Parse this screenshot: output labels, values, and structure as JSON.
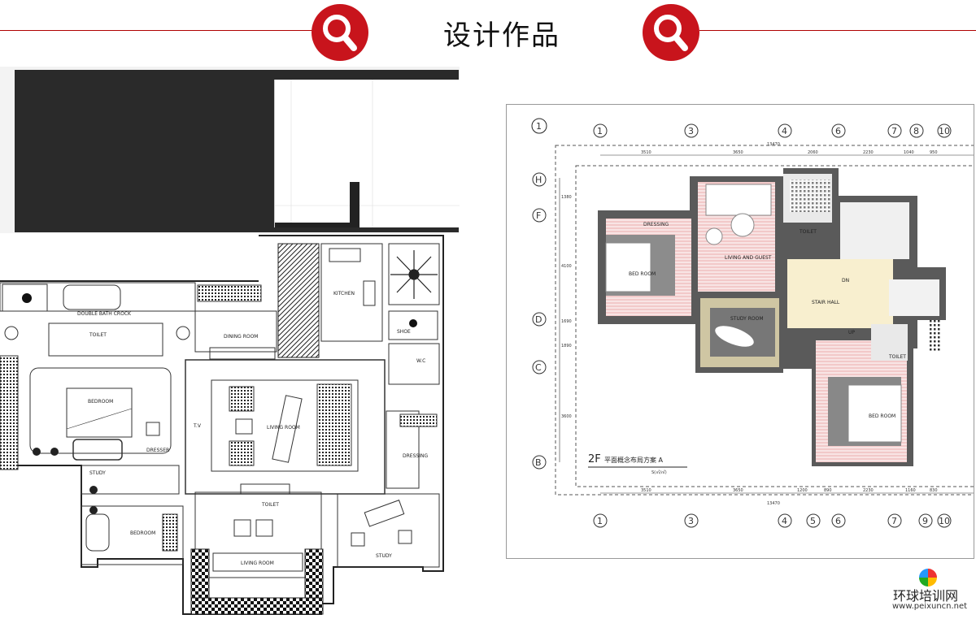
{
  "header": {
    "title": "设计作品"
  },
  "colors": {
    "accent": "#c8141c",
    "rule": "#b00000"
  },
  "icons": {
    "left_badge": "search-icon",
    "right_badge": "search-icon"
  },
  "left_plan": {
    "rooms": {
      "toilet_top": "TOILET",
      "double_bath": "DOUBLE BATH CROCK",
      "bedroom_main": "BEDROOM",
      "dresser": "DRESSER",
      "dining": "DINING ROOM",
      "kitchen": "KITCHEN",
      "living_main": "LIVING ROOM",
      "wc": "W.C",
      "dressing": "DRESSING",
      "study_left": "STUDY",
      "bedroom_lower": "BEDROOM",
      "toilet_lower": "TOILET",
      "living_lower": "LIVING ROOM",
      "study_right": "STUDY",
      "shoe": "SHOE",
      "tv": "T.V"
    }
  },
  "right_plan": {
    "axis_top": [
      "1",
      "3",
      "4",
      "6",
      "7",
      "8",
      "10"
    ],
    "axis_bottom": [
      "1",
      "3",
      "4",
      "5",
      "6",
      "7",
      "9",
      "10"
    ],
    "axis_left": [
      "H",
      "F",
      "D",
      "C",
      "B"
    ],
    "dims_top": [
      "3510",
      "3650",
      "2060",
      "2230",
      "1040",
      "950"
    ],
    "dims_bottom": [
      "3510",
      "3650",
      "1200",
      "890",
      "2230",
      "1160",
      "830"
    ],
    "total_top": "13470",
    "total_bottom": "13470",
    "dims_left": [
      "1380",
      "4100",
      "1690",
      "1890",
      "3600"
    ],
    "rooms": {
      "dressing": "DRESSING",
      "bed_room_1": "BED ROOM",
      "living_guest": "LIVING AND GUEST",
      "toilet_1": "TOILET",
      "study": "STUDY ROOM",
      "stair": "STAIR HALL",
      "toilet_2": "TOILET",
      "bed_room_2": "BED ROOM",
      "dn": "DN",
      "up": "UP"
    },
    "circle_marker": "1",
    "caption_level": "2F",
    "caption_text": "平面概念布局方案 A",
    "caption_scale": "S(㎡/㎡)"
  },
  "logo": {
    "name": "环球培训网",
    "url": "www.peixuncn.net"
  }
}
